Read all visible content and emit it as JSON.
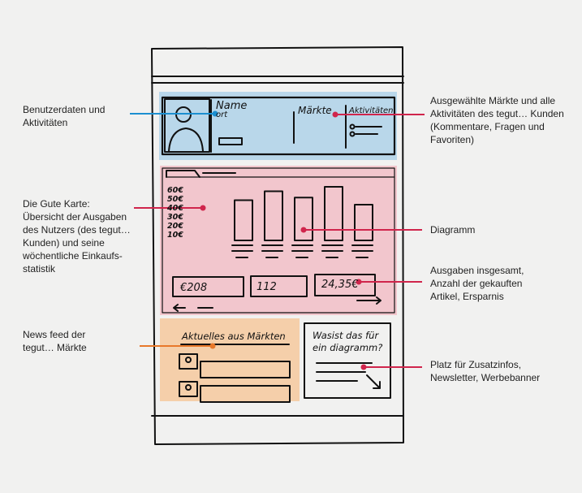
{
  "annotations": {
    "user": [
      "Benutzerdaten und",
      "Aktivitäten"
    ],
    "card": [
      "Die Gute Karte:",
      "Übersicht der Ausgaben",
      "des Nutzers (des tegut…",
      "Kunden) und seine",
      "wöchentliche Einkaufs-",
      "statistik"
    ],
    "news": [
      "News feed der",
      "tegut… Märkte"
    ],
    "markets": [
      "Ausgewählte Märkte und alle",
      "Aktivitäten des tegut… Kunden",
      "(Kommentare, Fragen und",
      "Favoriten)"
    ],
    "chart": [
      "Diagramm"
    ],
    "totals": [
      "Ausgaben insgesamt,",
      "Anzahl der gekauften",
      "Artikel, Ersparnis"
    ],
    "extra": [
      "Platz für Zusatzinfos,",
      "Newsletter, Werbebanner"
    ]
  },
  "sketch": {
    "profile_name": "Name",
    "profile_location": "ort",
    "markets_label": "Märkte",
    "activities_label": "Aktivitäten",
    "y_axis_labels": [
      "60€",
      "50€",
      "40€",
      "30€",
      "20€",
      "10€"
    ],
    "stat_total": "€208",
    "stat_items": "112",
    "stat_savings": "24,35€",
    "news_title": "Aktuelles aus Märkten",
    "promo_text": [
      "Wasist das für",
      "ein diagramm?"
    ]
  },
  "chart_data": {
    "type": "bar",
    "categories": [
      "",
      "",
      "",
      "",
      ""
    ],
    "values": [
      45,
      55,
      48,
      60,
      40
    ],
    "ylim": [
      0,
      60
    ]
  },
  "colors": {
    "background": "#f1f1f0",
    "header_zone": "#b9d7ea",
    "card_zone": "#f2c6cd",
    "news_zone": "#f5cfaa",
    "line_blue": "#1c8fd0",
    "line_red": "#d0254c",
    "line_orange": "#e8782a",
    "ink": "#111111"
  }
}
